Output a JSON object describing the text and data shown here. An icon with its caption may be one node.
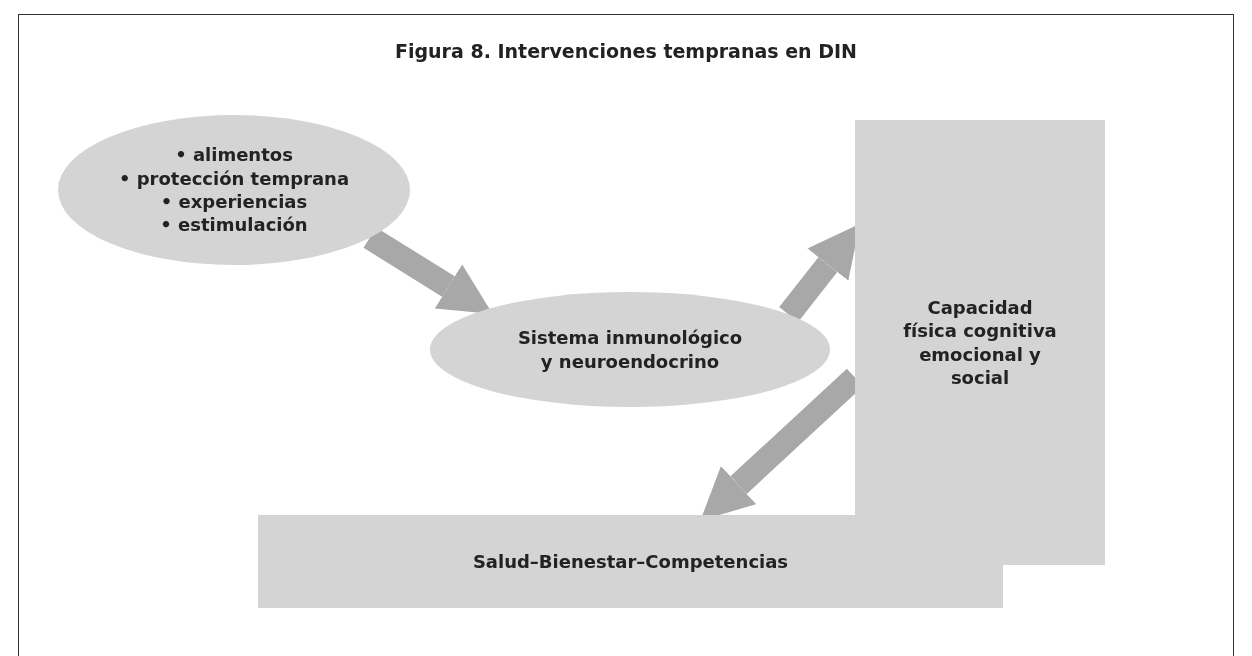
{
  "diagram": {
    "title": "Figura 8. Intervenciones tempranas en DIN",
    "nodes": [
      {
        "text": [
          "• alimentos",
          "• protección temprana",
          "• experiencias",
          "• estimulación"
        ]
      },
      {
        "text": [
          "Sistema inmunológico y neuroendocrino"
        ]
      },
      {
        "text": [
          "Capacidad física cognitiva emocional y social"
        ]
      },
      {
        "text": [
          "Salud–Bienestar–Competencias"
        ]
      }
    ],
    "edges": [
      {
        "from": 0,
        "to": 1,
        "arrow": "to"
      },
      {
        "from": 1,
        "to": 2,
        "arrow": "to"
      },
      {
        "from": 2,
        "to": 3,
        "arrow": "to"
      }
    ]
  }
}
